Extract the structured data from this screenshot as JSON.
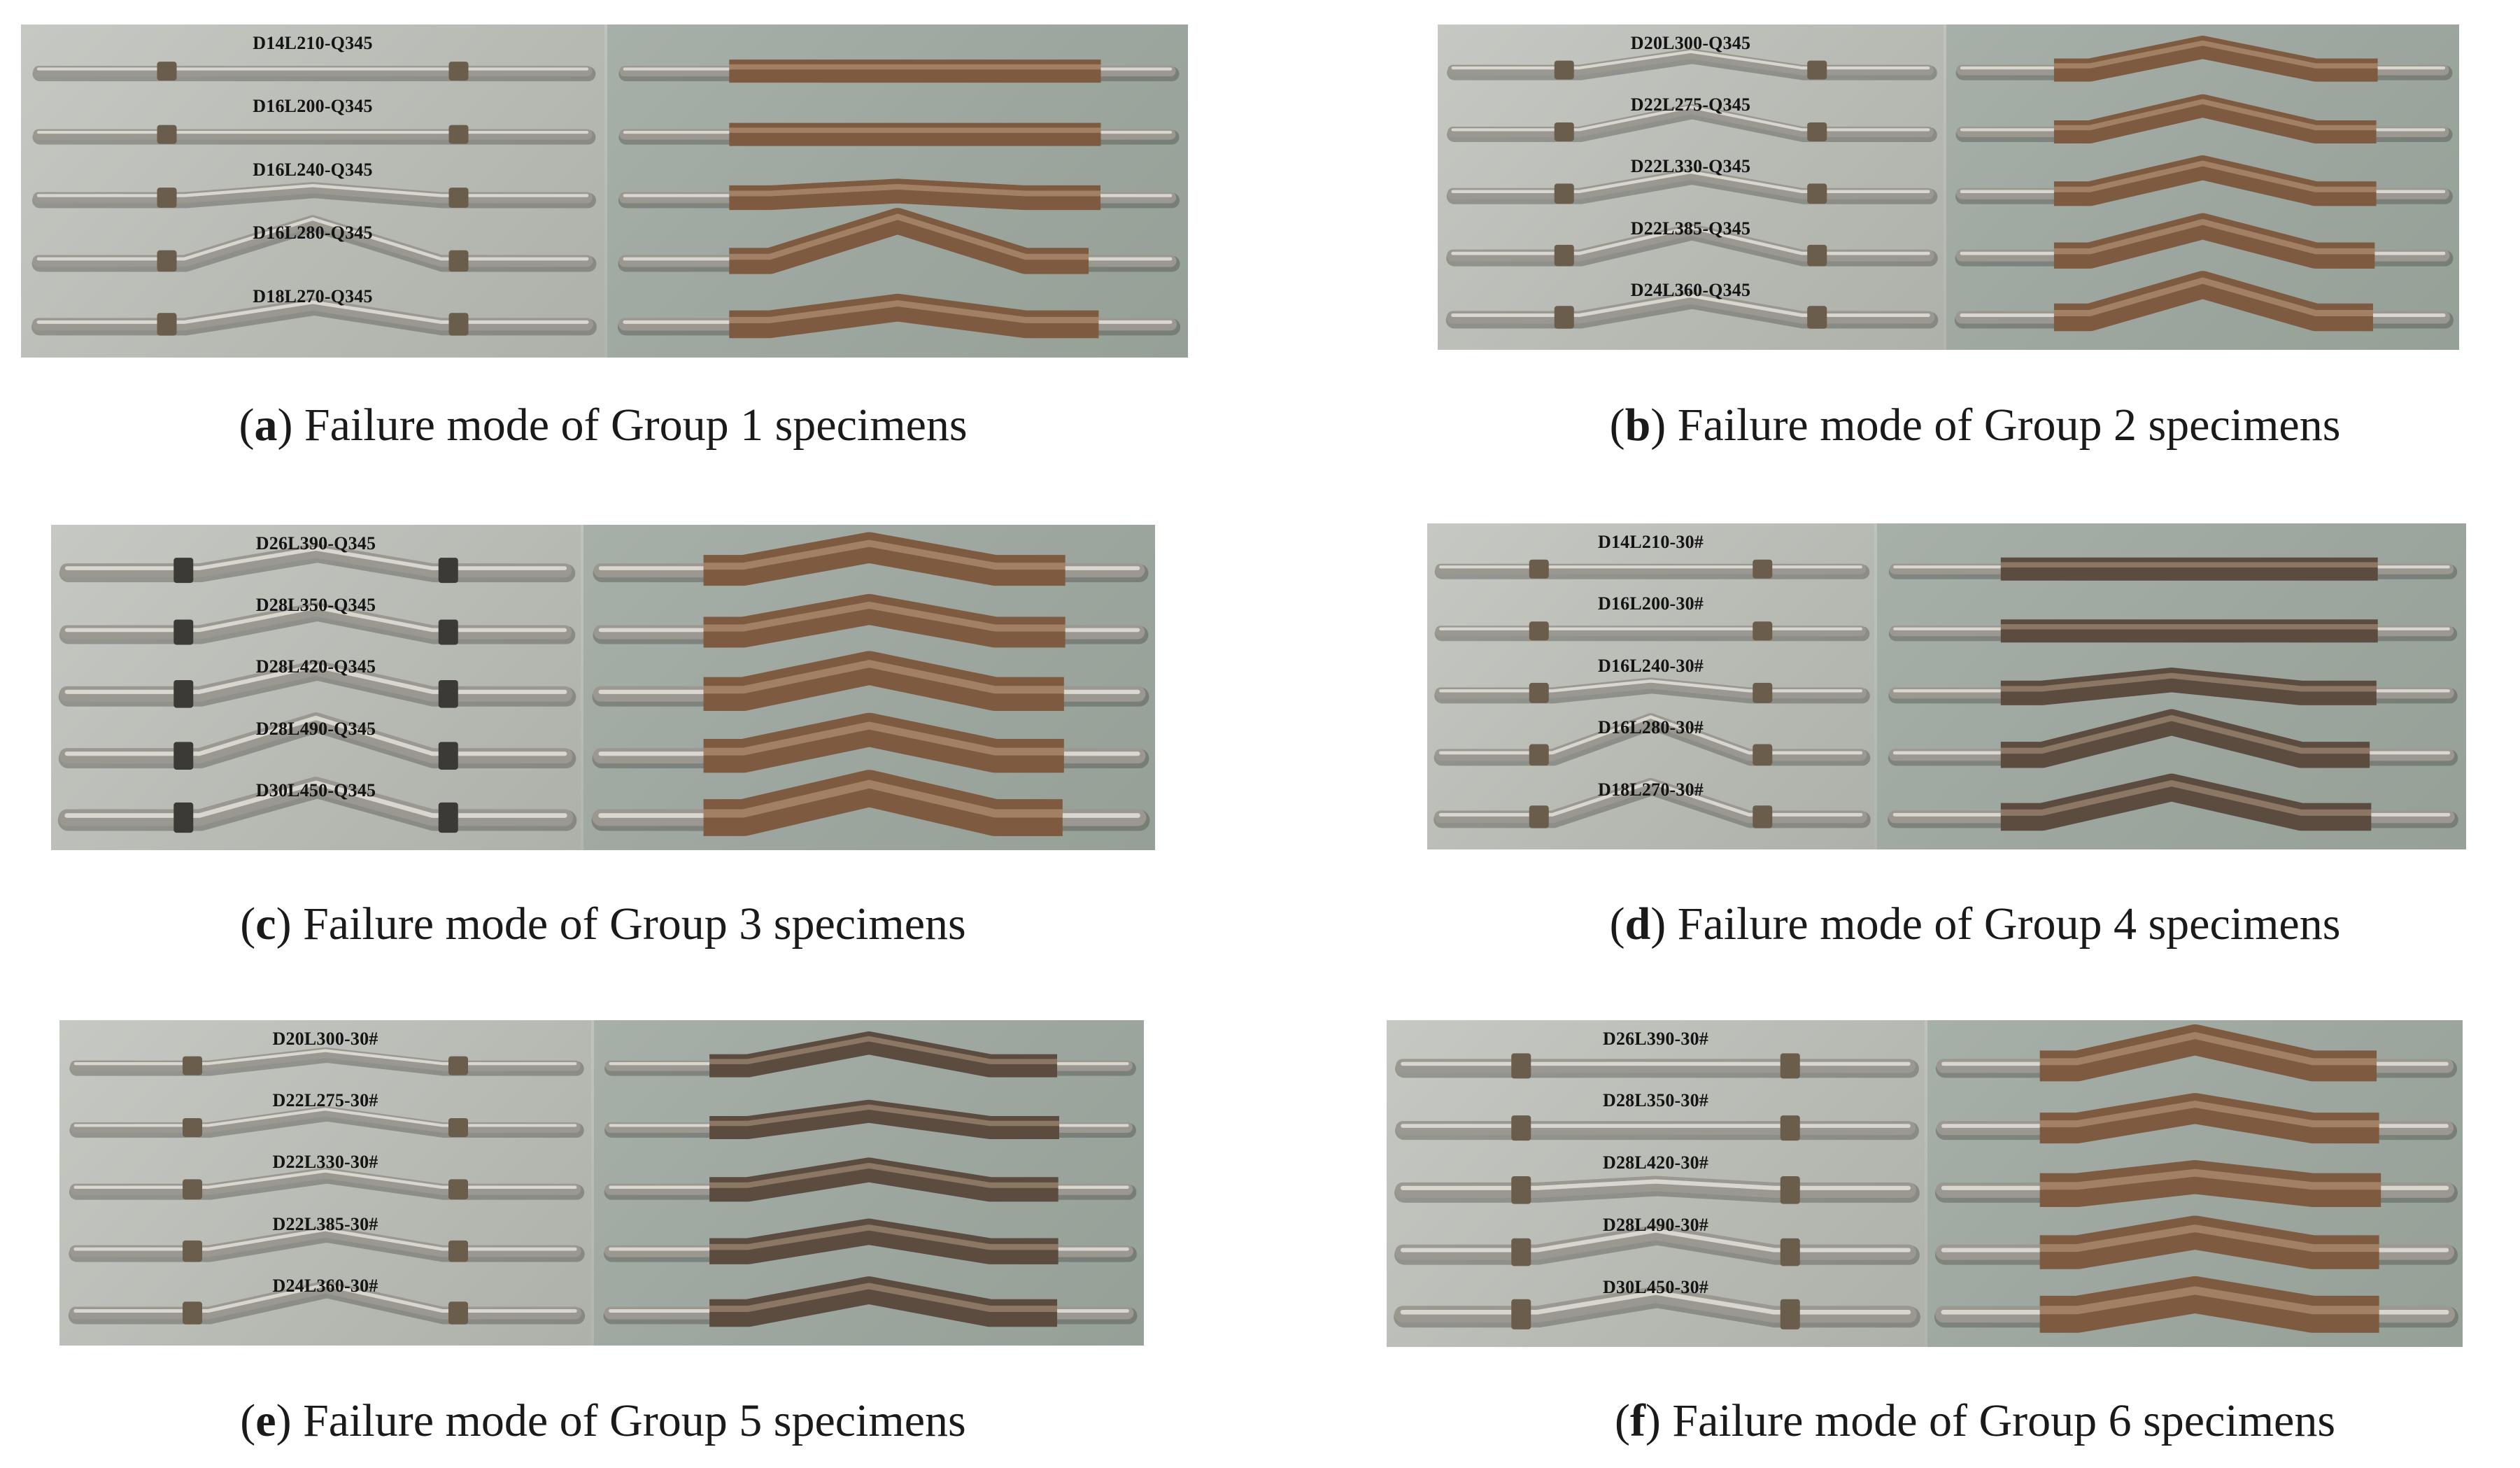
{
  "panels": [
    {
      "letter": "a",
      "caption_text": "Failure mode of Group 1 specimens",
      "labels": [
        "D14L210-Q345",
        "D16L200-Q345",
        "D16L240-Q345",
        "D16L280-Q345",
        "D18L270-Q345"
      ]
    },
    {
      "letter": "b",
      "caption_text": "Failure mode of Group 2 specimens",
      "labels": [
        "D20L300-Q345",
        "D22L275-Q345",
        "D22L330-Q345",
        "D22L385-Q345",
        "D24L360-Q345"
      ]
    },
    {
      "letter": "c",
      "caption_text": "Failure mode of Group 3 specimens",
      "labels": [
        "D26L390-Q345",
        "D28L350-Q345",
        "D28L420-Q345",
        "D28L490-Q345",
        "D30L450-Q345"
      ]
    },
    {
      "letter": "d",
      "caption_text": "Failure mode of Group 4 specimens",
      "labels": [
        "D14L210-30#",
        "D16L200-30#",
        "D16L240-30#",
        "D16L280-30#",
        "D18L270-30#"
      ]
    },
    {
      "letter": "e",
      "caption_text": "Failure mode of Group 5 specimens",
      "labels": [
        "D20L300-30#",
        "D22L275-30#",
        "D22L330-30#",
        "D22L385-30#",
        "D24L360-30#"
      ]
    },
    {
      "letter": "f",
      "caption_text": "Failure mode of Group 6 specimens",
      "labels": [
        "D26L390-30#",
        "D28L350-30#",
        "D28L420-30#",
        "D28L490-30#",
        "D30L450-30#"
      ]
    }
  ]
}
